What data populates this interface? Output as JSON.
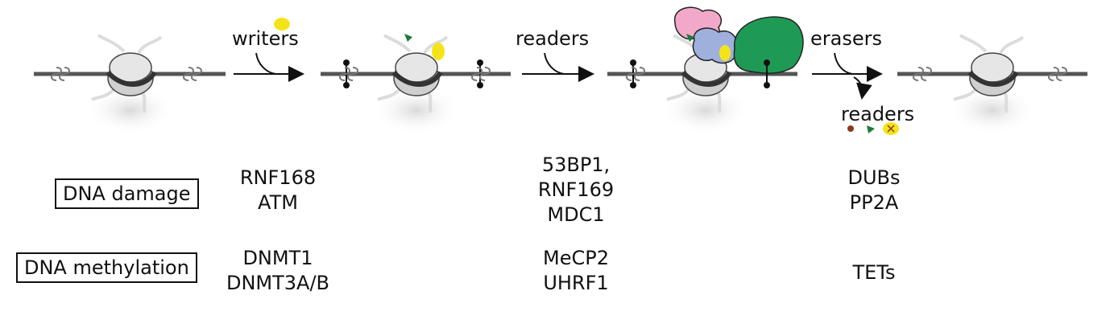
{
  "steps": {
    "writers": "writers",
    "readers": "readers",
    "erasers": "erasers",
    "readers_after": "readers"
  },
  "rows": [
    {
      "label": "DNA damage",
      "writers": [
        "RNF168",
        "ATM"
      ],
      "readers": [
        "53BP1,",
        "RNF169",
        "MDC1"
      ],
      "erasers": [
        "DUBs",
        "PP2A"
      ]
    },
    {
      "label": "DNA methylation",
      "writers": [
        "DNMT1",
        "DNMT3A/B"
      ],
      "readers": [
        "MeCP2",
        "UHRF1"
      ],
      "erasers": [
        "TETs"
      ]
    }
  ],
  "colors": {
    "dna": "#555555",
    "nucleosome": "#d9d9d9",
    "mark_yellow": "#f5e31a",
    "mark_green": "#1f7a3a",
    "reader_pink": "#f2a9c9",
    "reader_blue": "#9fb0dd",
    "reader_green": "#1f9a55",
    "mark_removed": "#8a3b1e"
  }
}
